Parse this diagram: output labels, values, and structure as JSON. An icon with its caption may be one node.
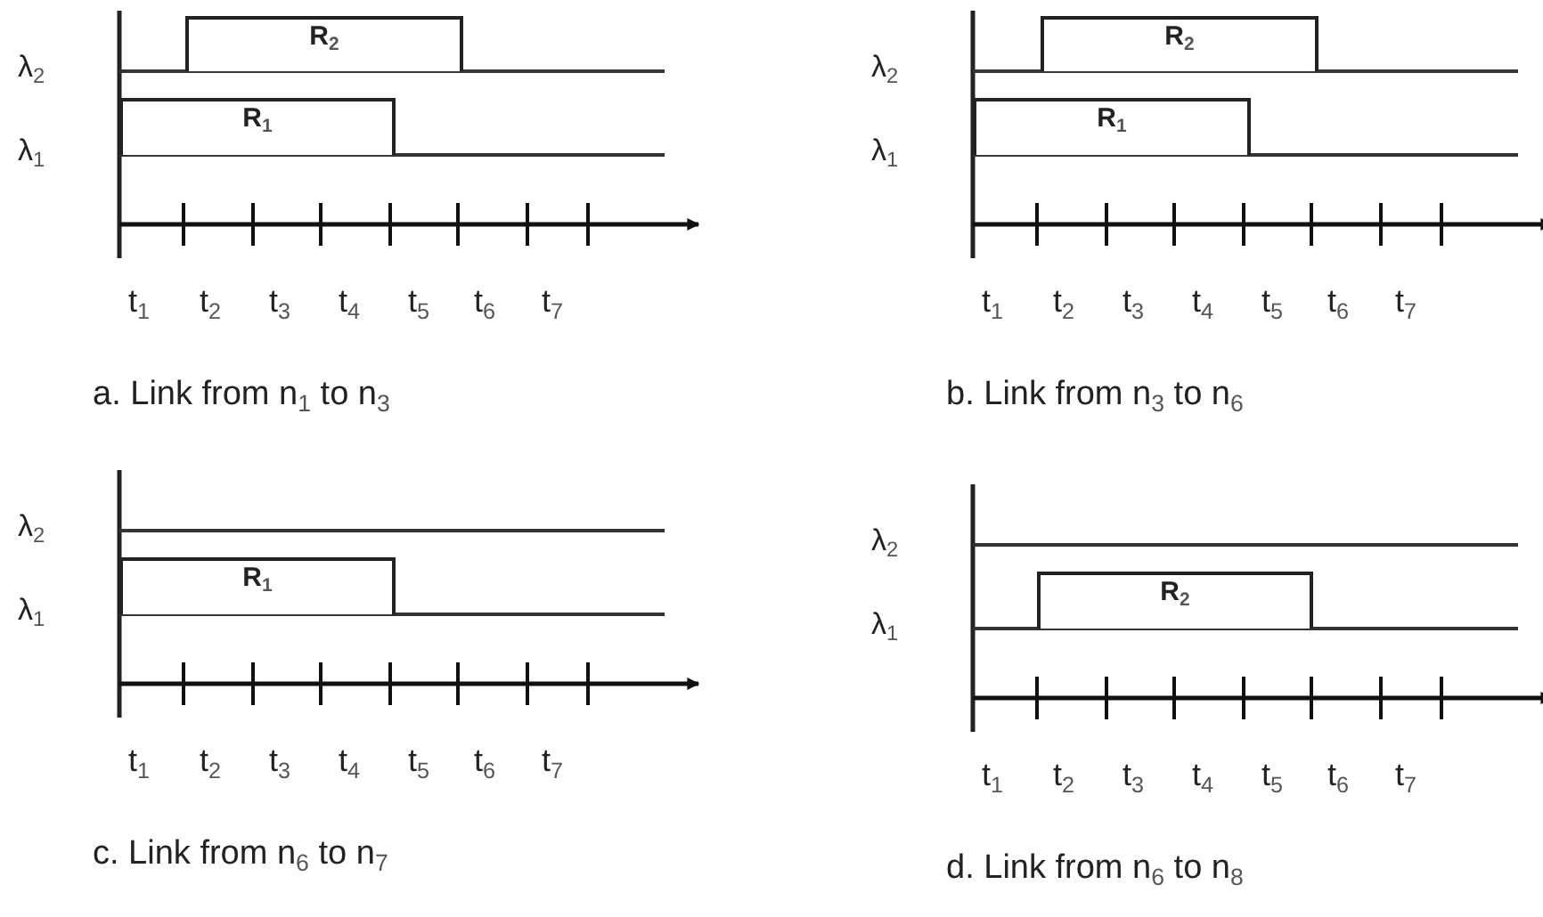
{
  "diagram": {
    "nodes": [
      {
        "text": [
          "R$_{2}$"
        ]
      },
      {
        "text": [
          "R$_{1}$"
        ]
      },
      {
        "text": [
          "R$_{2}$"
        ]
      },
      {
        "text": [
          "R$_{1}$"
        ]
      },
      {
        "text": [
          "R$_{1}$"
        ]
      },
      {
        "text": [
          "R$_{2}$"
        ]
      }
    ],
    "edges": [],
    "labels": [
      "λ$_{2}$",
      "λ$_{1}$",
      "t$_{1}$",
      "t$_{2}$",
      "t$_{3}$",
      "t$_{4}$",
      "t$_{5}$",
      "t$_{6}$",
      "t$_{7}$",
      "a. Link from n$_{1}$ to n$_{3}$",
      "λ$_{2}$",
      "λ$_{1}$",
      "t$_{1}$",
      "t$_{2}$",
      "t$_{3}$",
      "t$_{4}$",
      "t$_{5}$",
      "t$_{6}$",
      "t$_{7}$",
      "b. Link from n$_{3}$ to n$_{6}$",
      "λ$_{2}$",
      "λ$_{1}$",
      "t$_{1}$",
      "t$_{2}$",
      "t$_{3}$",
      "t$_{4}$",
      "t$_{5}$",
      "t$_{6}$",
      "t$_{7}$",
      "c. Link from n$_{6}$ to n$_{7}$",
      "λ$_{2}$",
      "λ$_{1}$",
      "t$_{1}$",
      "t$_{2}$",
      "t$_{3}$",
      "t$_{4}$",
      "t$_{5}$",
      "t$_{6}$",
      "t$_{7}$",
      "d. Link from n$_{6}$ to n$_{8}$"
    ]
  }
}
